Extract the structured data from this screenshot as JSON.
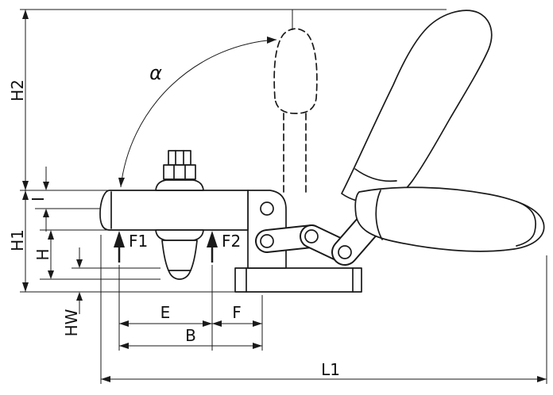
{
  "drawing": {
    "background": "#ffffff",
    "line_color": "#1a1a1a",
    "labels": {
      "h2": "H2",
      "i": "I",
      "h1": "H1",
      "h": "H",
      "hw": "HW",
      "alpha": "α",
      "f1": "F1",
      "f2": "F2",
      "e": "E",
      "f": "F",
      "b": "B",
      "l1": "L1"
    }
  }
}
